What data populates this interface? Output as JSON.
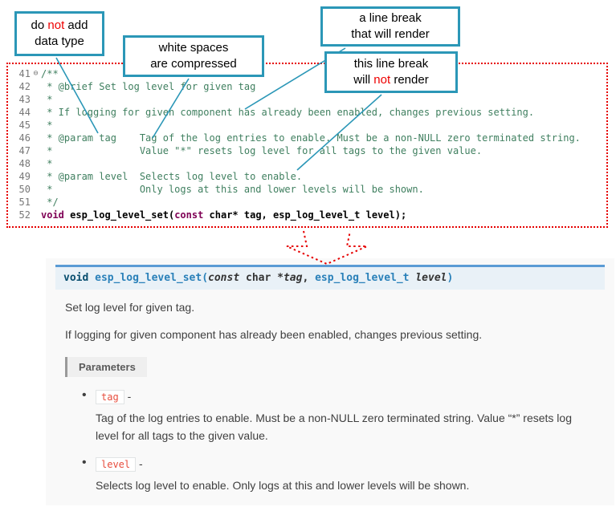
{
  "colors": {
    "callout_border": "#2b97b7",
    "highlight_red": "#ee0000",
    "dotted_border_red": "#e60000",
    "code_comment_green": "#3f7f5f",
    "code_keyword_purple": "#7f0055",
    "docs_accent_blue": "#2980b9",
    "docs_sig_top_border": "#5b9bd5",
    "param_literal_red": "#e74c3c"
  },
  "callouts": {
    "no_datatype": {
      "line1_a": "do ",
      "line1_b": "not",
      "line1_c": " add",
      "line2": "data type"
    },
    "whitespace": {
      "line1": "white spaces",
      "line2": "are compressed"
    },
    "break_render": {
      "line1": "a line break",
      "line2": "that will render"
    },
    "break_norender": {
      "line1": "this line break",
      "line2_a": "will ",
      "line2_b": "not",
      "line2_c": " render"
    }
  },
  "code": {
    "lines": [
      {
        "num": "41",
        "fold": "⊖",
        "text": "/**"
      },
      {
        "num": "42",
        "fold": "",
        "text": " * @brief Set log level for given tag"
      },
      {
        "num": "43",
        "fold": "",
        "text": " *"
      },
      {
        "num": "44",
        "fold": "",
        "text": " * If logging for given component has already been enabled, changes previous setting."
      },
      {
        "num": "45",
        "fold": "",
        "text": " *"
      },
      {
        "num": "46",
        "fold": "",
        "text": " * @param tag    Tag of the log entries to enable. Must be a non-NULL zero terminated string."
      },
      {
        "num": "47",
        "fold": "",
        "text": " *               Value \"*\" resets log level for all tags to the given value."
      },
      {
        "num": "48",
        "fold": "",
        "text": " *"
      },
      {
        "num": "49",
        "fold": "",
        "text": " * @param level  Selects log level to enable."
      },
      {
        "num": "50",
        "fold": "",
        "text": " *               Only logs at this and lower levels will be shown."
      },
      {
        "num": "51",
        "fold": "",
        "text": " */"
      }
    ],
    "line52": {
      "num": "52",
      "kw1": "void",
      "mid": " esp_log_level_set(",
      "kw2": "const",
      "rest": " char* tag, esp_log_level_t level);"
    }
  },
  "docs": {
    "signature": {
      "kw": "void",
      "sp1": " ",
      "fn": "esp_log_level_set",
      "open": "(",
      "const_kw": "const",
      "mid": " char *",
      "arg1": "tag",
      "comma": ", ",
      "type2": "esp_log_level_t",
      "sp2": " ",
      "arg2": "level",
      "close": ")"
    },
    "brief": "Set log level for given tag.",
    "description": "If logging for given component has already been enabled, changes previous setting.",
    "parameters_label": "Parameters",
    "params": [
      {
        "name": "tag",
        "dash": " -",
        "desc": "Tag of the log entries to enable. Must be a non-NULL zero terminated string. Value “*” resets log level for all tags to the given value."
      },
      {
        "name": "level",
        "dash": " -",
        "desc": "Selects log level to enable. Only logs at this and lower levels will be shown."
      }
    ]
  }
}
